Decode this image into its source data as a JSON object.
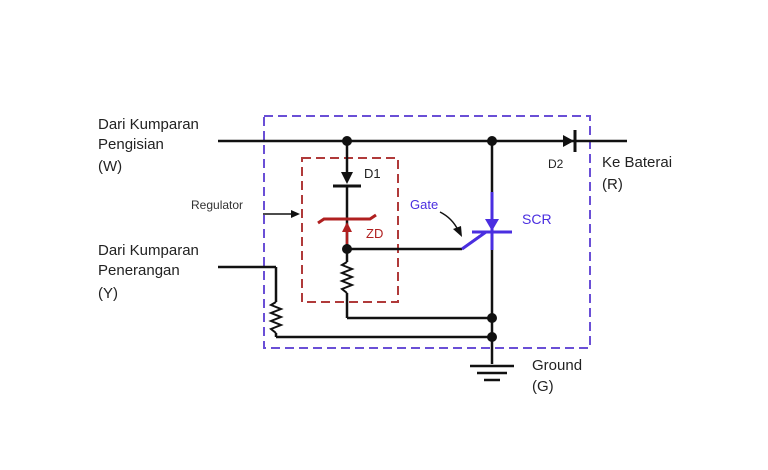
{
  "diagram": {
    "labels": {
      "input_w_line1": "Dari Kumparan",
      "input_w_line2": "Pengisian",
      "input_w_code": "(W)",
      "input_y_line1": "Dari Kumparan",
      "input_y_line2": "Penerangan",
      "input_y_code": "(Y)",
      "output_line1": "Ke Baterai",
      "output_code": "(R)",
      "ground_line1": "Ground",
      "ground_code": "(G)",
      "regulator": "Regulator",
      "diode_d1": "D1",
      "diode_d2": "D2",
      "zener": "ZD",
      "gate": "Gate",
      "scr": "SCR"
    },
    "colors": {
      "wire": "#111111",
      "outer_box": "#6a4fd6",
      "regulator_box": "#b03a3a",
      "zener": "#b02020",
      "scr": "#4a2ee0"
    }
  }
}
